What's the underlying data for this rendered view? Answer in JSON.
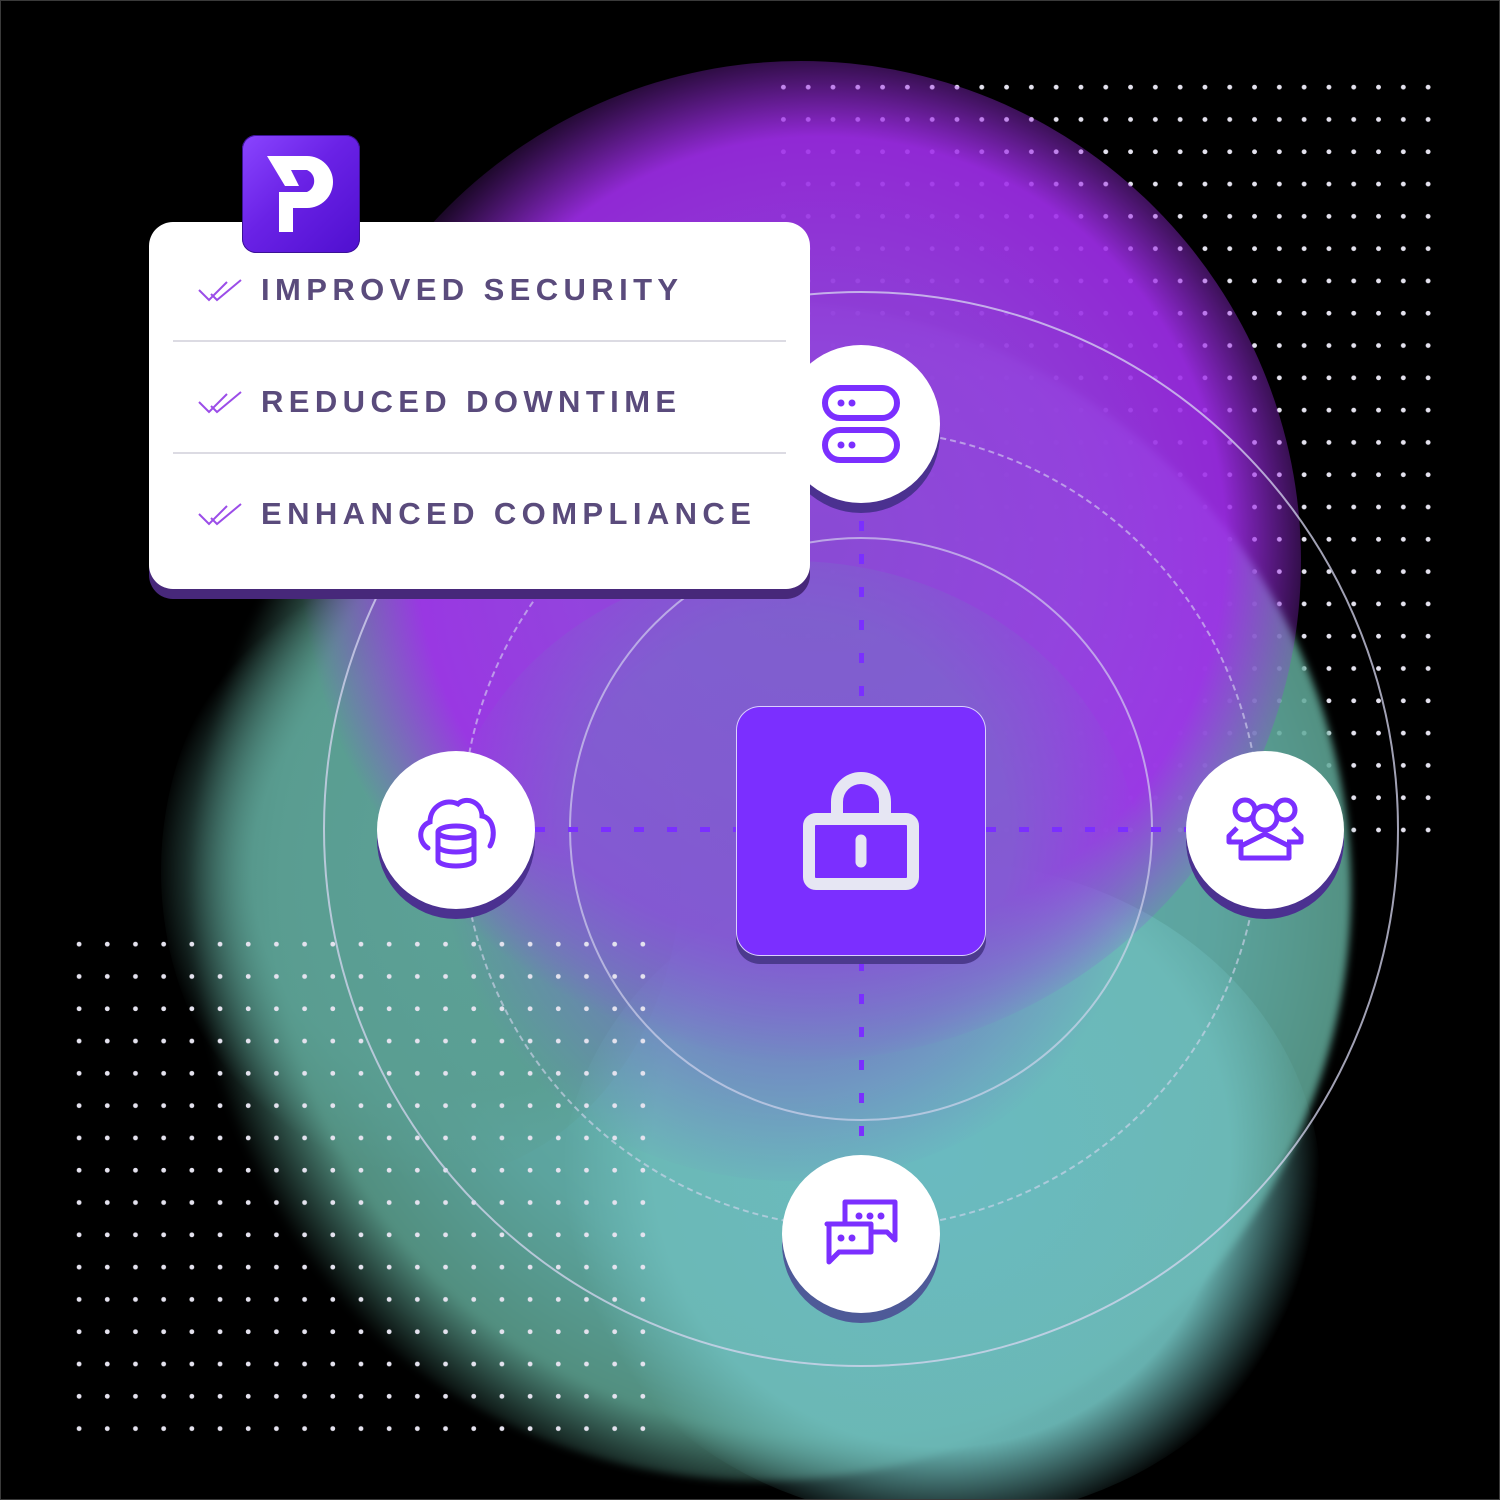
{
  "brand": {
    "logo_letter": "P",
    "colors": {
      "accent": "#7B2FFF",
      "logo_gradient_start": "#8A45FF",
      "logo_gradient_end": "#4F0FCF",
      "card_text": "#5A4B7C",
      "check": "#9B4DE8",
      "background": "#000000",
      "blob_purple": "#A02DEB",
      "blob_teal": "#6ABAC0"
    }
  },
  "benefits_card": {
    "items": [
      {
        "icon": "double-check-icon",
        "label": "IMPROVED SECURITY"
      },
      {
        "icon": "double-check-icon",
        "label": "REDUCED DOWNTIME"
      },
      {
        "icon": "double-check-icon",
        "label": "ENHANCED COMPLIANCE"
      }
    ]
  },
  "diagram": {
    "center": {
      "icon": "lock-icon"
    },
    "nodes": [
      {
        "position": "top",
        "icon": "server-icon"
      },
      {
        "position": "left",
        "icon": "cloud-database-icon"
      },
      {
        "position": "right",
        "icon": "users-group-icon"
      },
      {
        "position": "bottom",
        "icon": "chat-bubbles-icon"
      }
    ]
  }
}
